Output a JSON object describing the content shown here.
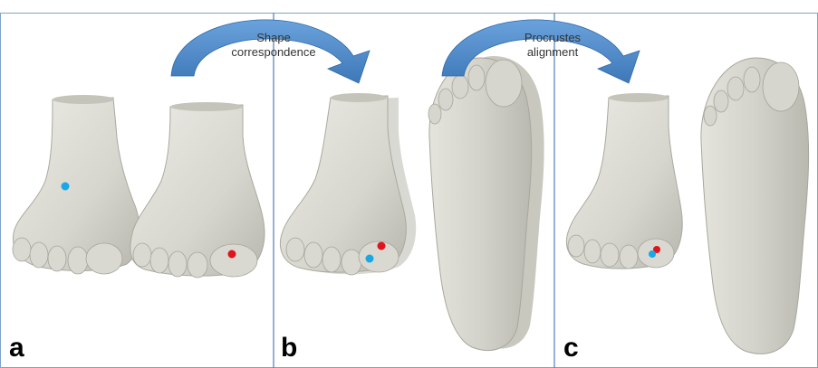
{
  "figure": {
    "arrows": [
      {
        "label_line1": "Shape",
        "label_line2": "correspondence"
      },
      {
        "label_line1": "Procrustes",
        "label_line2": "alignment"
      }
    ],
    "panels": [
      {
        "letter": "a"
      },
      {
        "letter": "b"
      },
      {
        "letter": "c"
      }
    ],
    "colors": {
      "foot_fill": "#dcdcd4",
      "foot_shadow": "#b9b9b0",
      "arrow_fill": "#4a86c6",
      "divider": "#4f7fb8",
      "landmark_red": "#e0151b",
      "landmark_blue": "#1aa7e6"
    }
  }
}
